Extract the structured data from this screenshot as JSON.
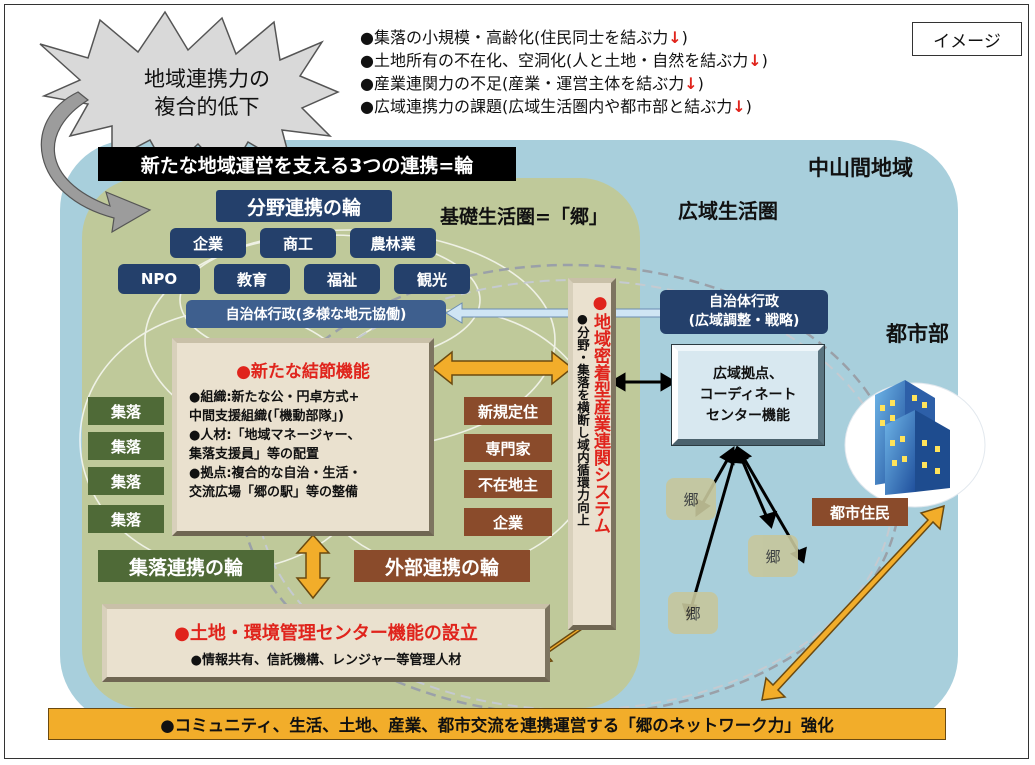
{
  "image_label": "イメージ",
  "burst": {
    "line1": "地域連携力の",
    "line2": "複合的低下"
  },
  "issues": [
    {
      "text": "●集落の小規模・高齢化(住民同士を結ぶ力",
      "arrow": "↓",
      "close": ")"
    },
    {
      "text": "●土地所有の不在化、空洞化(人と土地・自然を結ぶ力",
      "arrow": "↓",
      "close": ")"
    },
    {
      "text": "●産業連関力の不足(産業・運営主体を結ぶ力",
      "arrow": "↓",
      "close": ")"
    },
    {
      "text": "●広域連携力の課題(広域生活圏内や都市部と結ぶ力",
      "arrow": "↓",
      "close": ")"
    }
  ],
  "main_title": "新たな地域運営を支える3つの連携=輪",
  "region_chusankan": "中山間地域",
  "region_kouiki": "広域生活圏",
  "region_kiso": "基礎生活圏=「郷」",
  "bunya": {
    "title": "分野連携の輪",
    "items": [
      "企業",
      "商工",
      "農林業",
      "NPO",
      "教育",
      "福祉",
      "観光"
    ]
  },
  "jichitai_local": "自治体行政(多様な地元協働)",
  "jichitai_wide": {
    "line1": "自治体行政",
    "line2": "(広域調整・戦略)"
  },
  "node_function": {
    "title": "●新たな結節機能",
    "lines": [
      "●組織:新たな公・円卓方式+",
      "中間支援組織(「機動部隊」)",
      "●人材:「地域マネージャー、",
      "集落支援員」等の配置",
      "●拠点:複合的な自治・生活・",
      "交流広場「郷の駅」等の整備"
    ]
  },
  "shuraku_items": [
    "集落",
    "集落",
    "集落",
    "集落"
  ],
  "shuraku_ring": "集落連携の輪",
  "external_items": [
    "新規定住",
    "専門家",
    "不在地主",
    "企業"
  ],
  "external_ring": "外部連携の輪",
  "industry": {
    "title": "●地域密着型産業連関システム",
    "sub": "●分野・集落を横断し域内循環力向上"
  },
  "hub": {
    "line1": "広域拠点、",
    "line2": "コーディネート",
    "line3": "センター機能"
  },
  "sato_label": "郷",
  "city": {
    "label": "都市部",
    "residents": "都市住民"
  },
  "land_center": {
    "title": "●土地・環境管理センター機能の設立",
    "sub": "●情報共有、信託機構、レンジャー等管理人材"
  },
  "bottom_banner": "●コミュニティ、生活、土地、産業、都市交流を連携運営する「郷のネットワーク力」強化",
  "colors": {
    "navy": "#24406b",
    "brown": "#8a4b2b",
    "green": "#4f6a37",
    "beige": "#eae1cf",
    "blue_region": "#a8cfdc",
    "green_region": "#bfc99a",
    "orange": "#f2ad2a",
    "red": "#e0241c"
  },
  "icons": [
    "burst-shape",
    "curved-gray-arrow",
    "building-icon",
    "double-arrow"
  ]
}
